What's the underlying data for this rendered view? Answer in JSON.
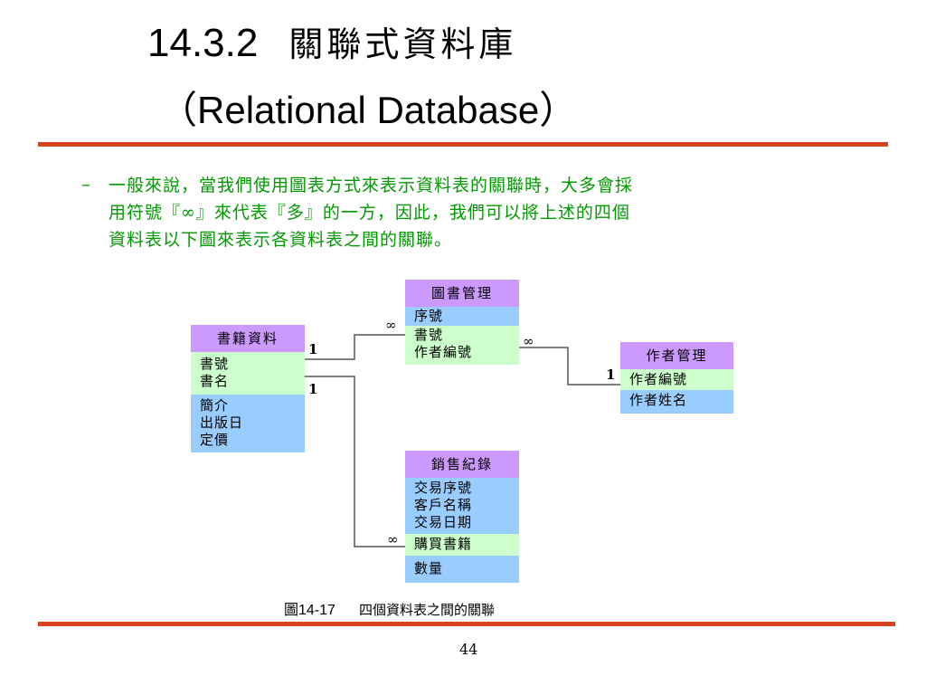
{
  "slide": {
    "title_number": "14.3.2",
    "title_cn": "關聯式資料庫",
    "title_en": "（Relational Database）",
    "bullet_dash": "–",
    "bullet_lines": [
      "一般來說，當我們使用圖表方式來表示資料表的關聯時，大多會採",
      "用符號『∞』來代表『多』的一方，因此，我們可以將上述的四個",
      "資料表以下圖來表示各資料表之間的關聯。"
    ],
    "caption_number": "圖14-17",
    "caption_text": "四個資料表之間的關聯",
    "page_number": "44"
  },
  "tables": {
    "books": {
      "title": "書籍資料",
      "rows": [
        "書號",
        "書名",
        "簡介",
        "出版日",
        "定價"
      ]
    },
    "library": {
      "title": "圖書管理",
      "rows": [
        "序號",
        "書號",
        "作者編號"
      ]
    },
    "author": {
      "title": "作者管理",
      "rows": [
        "作者編號",
        "作者姓名"
      ]
    },
    "sales": {
      "title": "銷售紀錄",
      "rows": [
        "交易序號",
        "客戶名稱",
        "交易日期",
        "購買書籍",
        "數量"
      ]
    }
  },
  "relations": {
    "books_library_one": "1",
    "books_library_many": "∞",
    "library_author_many": "∞",
    "library_author_one": "1",
    "books_sales_one": "1",
    "books_sales_many": "∞"
  },
  "colors": {
    "rule": "#d8431f",
    "bullet_text": "#009900",
    "table_header": "#cc99ff",
    "field_green": "#ccffcc",
    "field_blue": "#99ccff"
  }
}
